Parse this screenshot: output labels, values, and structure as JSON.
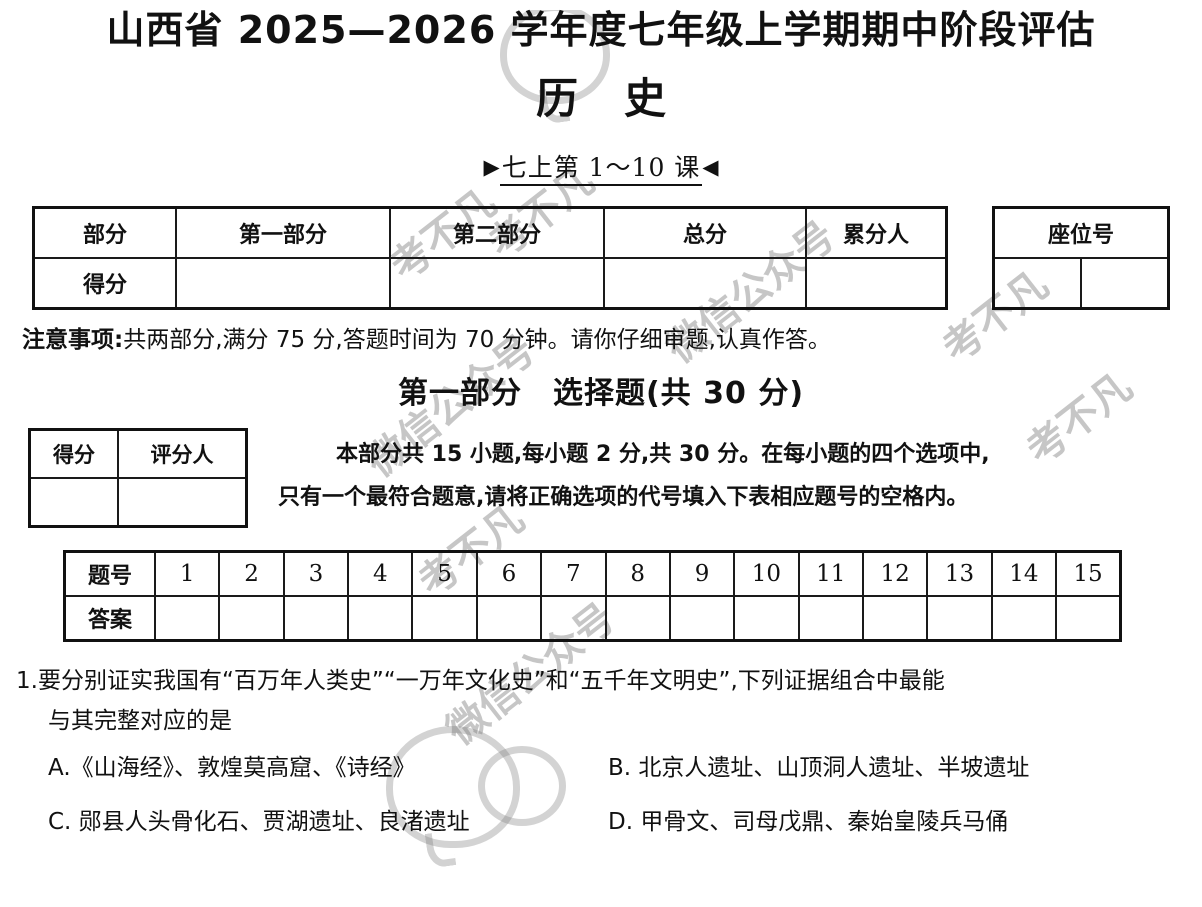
{
  "header": {
    "title": "山西省 2025—2026 学年度七年级上学期期中阶段评估",
    "subject": "历史",
    "scope_left_marker": "▶",
    "scope_text": "七上第 1～10 课",
    "scope_right_marker": "◀"
  },
  "score_table": {
    "columns": [
      "部分",
      "第一部分",
      "第二部分",
      "总分",
      "累分人"
    ],
    "row_label": "得分",
    "values": [
      "",
      "",
      "",
      ""
    ]
  },
  "seat_table": {
    "header": "座位号",
    "cells": [
      "",
      ""
    ]
  },
  "notice": {
    "label": "注意事项:",
    "text": "共两部分,满分 75 分,答题时间为 70 分钟。请你仔细审题,认真作答。"
  },
  "part1": {
    "heading": "第一部分　选择题(共 30 分)",
    "score_box": {
      "headers": [
        "得分",
        "评分人"
      ],
      "values": [
        "",
        ""
      ]
    },
    "description_line1": "本部分共 15 小题,每小题 2 分,共 30 分。在每小题的四个选项中,",
    "description_line2": "只有一个最符合题意,请将正确选项的代号填入下表相应题号的空格内。"
  },
  "answer_grid": {
    "row1_label": "题号",
    "row2_label": "答案",
    "numbers": [
      "1",
      "2",
      "3",
      "4",
      "5",
      "6",
      "7",
      "8",
      "9",
      "10",
      "11",
      "12",
      "13",
      "14",
      "15"
    ],
    "answers": [
      "",
      "",
      "",
      "",
      "",
      "",
      "",
      "",
      "",
      "",
      "",
      "",
      "",
      "",
      ""
    ]
  },
  "questions": [
    {
      "number": "1.",
      "stem_line1": "要分别证实我国有“百万年人类史”“一万年文化史”和“五千年文明史”,下列证据组合中最能",
      "stem_line2": "与其完整对应的是",
      "options": [
        "A.《山海经》、敦煌莫高窟、《诗经》",
        "B. 北京人遗址、山顶洞人遗址、半坡遗址",
        "C. 郧县人头骨化石、贾湖遗址、良渚遗址",
        "D. 甲骨文、司母戊鼎、秦始皇陵兵马俑"
      ]
    }
  ],
  "watermark": {
    "text_a": "考不凡",
    "text_b": "微信公众号",
    "color": "#787878"
  }
}
